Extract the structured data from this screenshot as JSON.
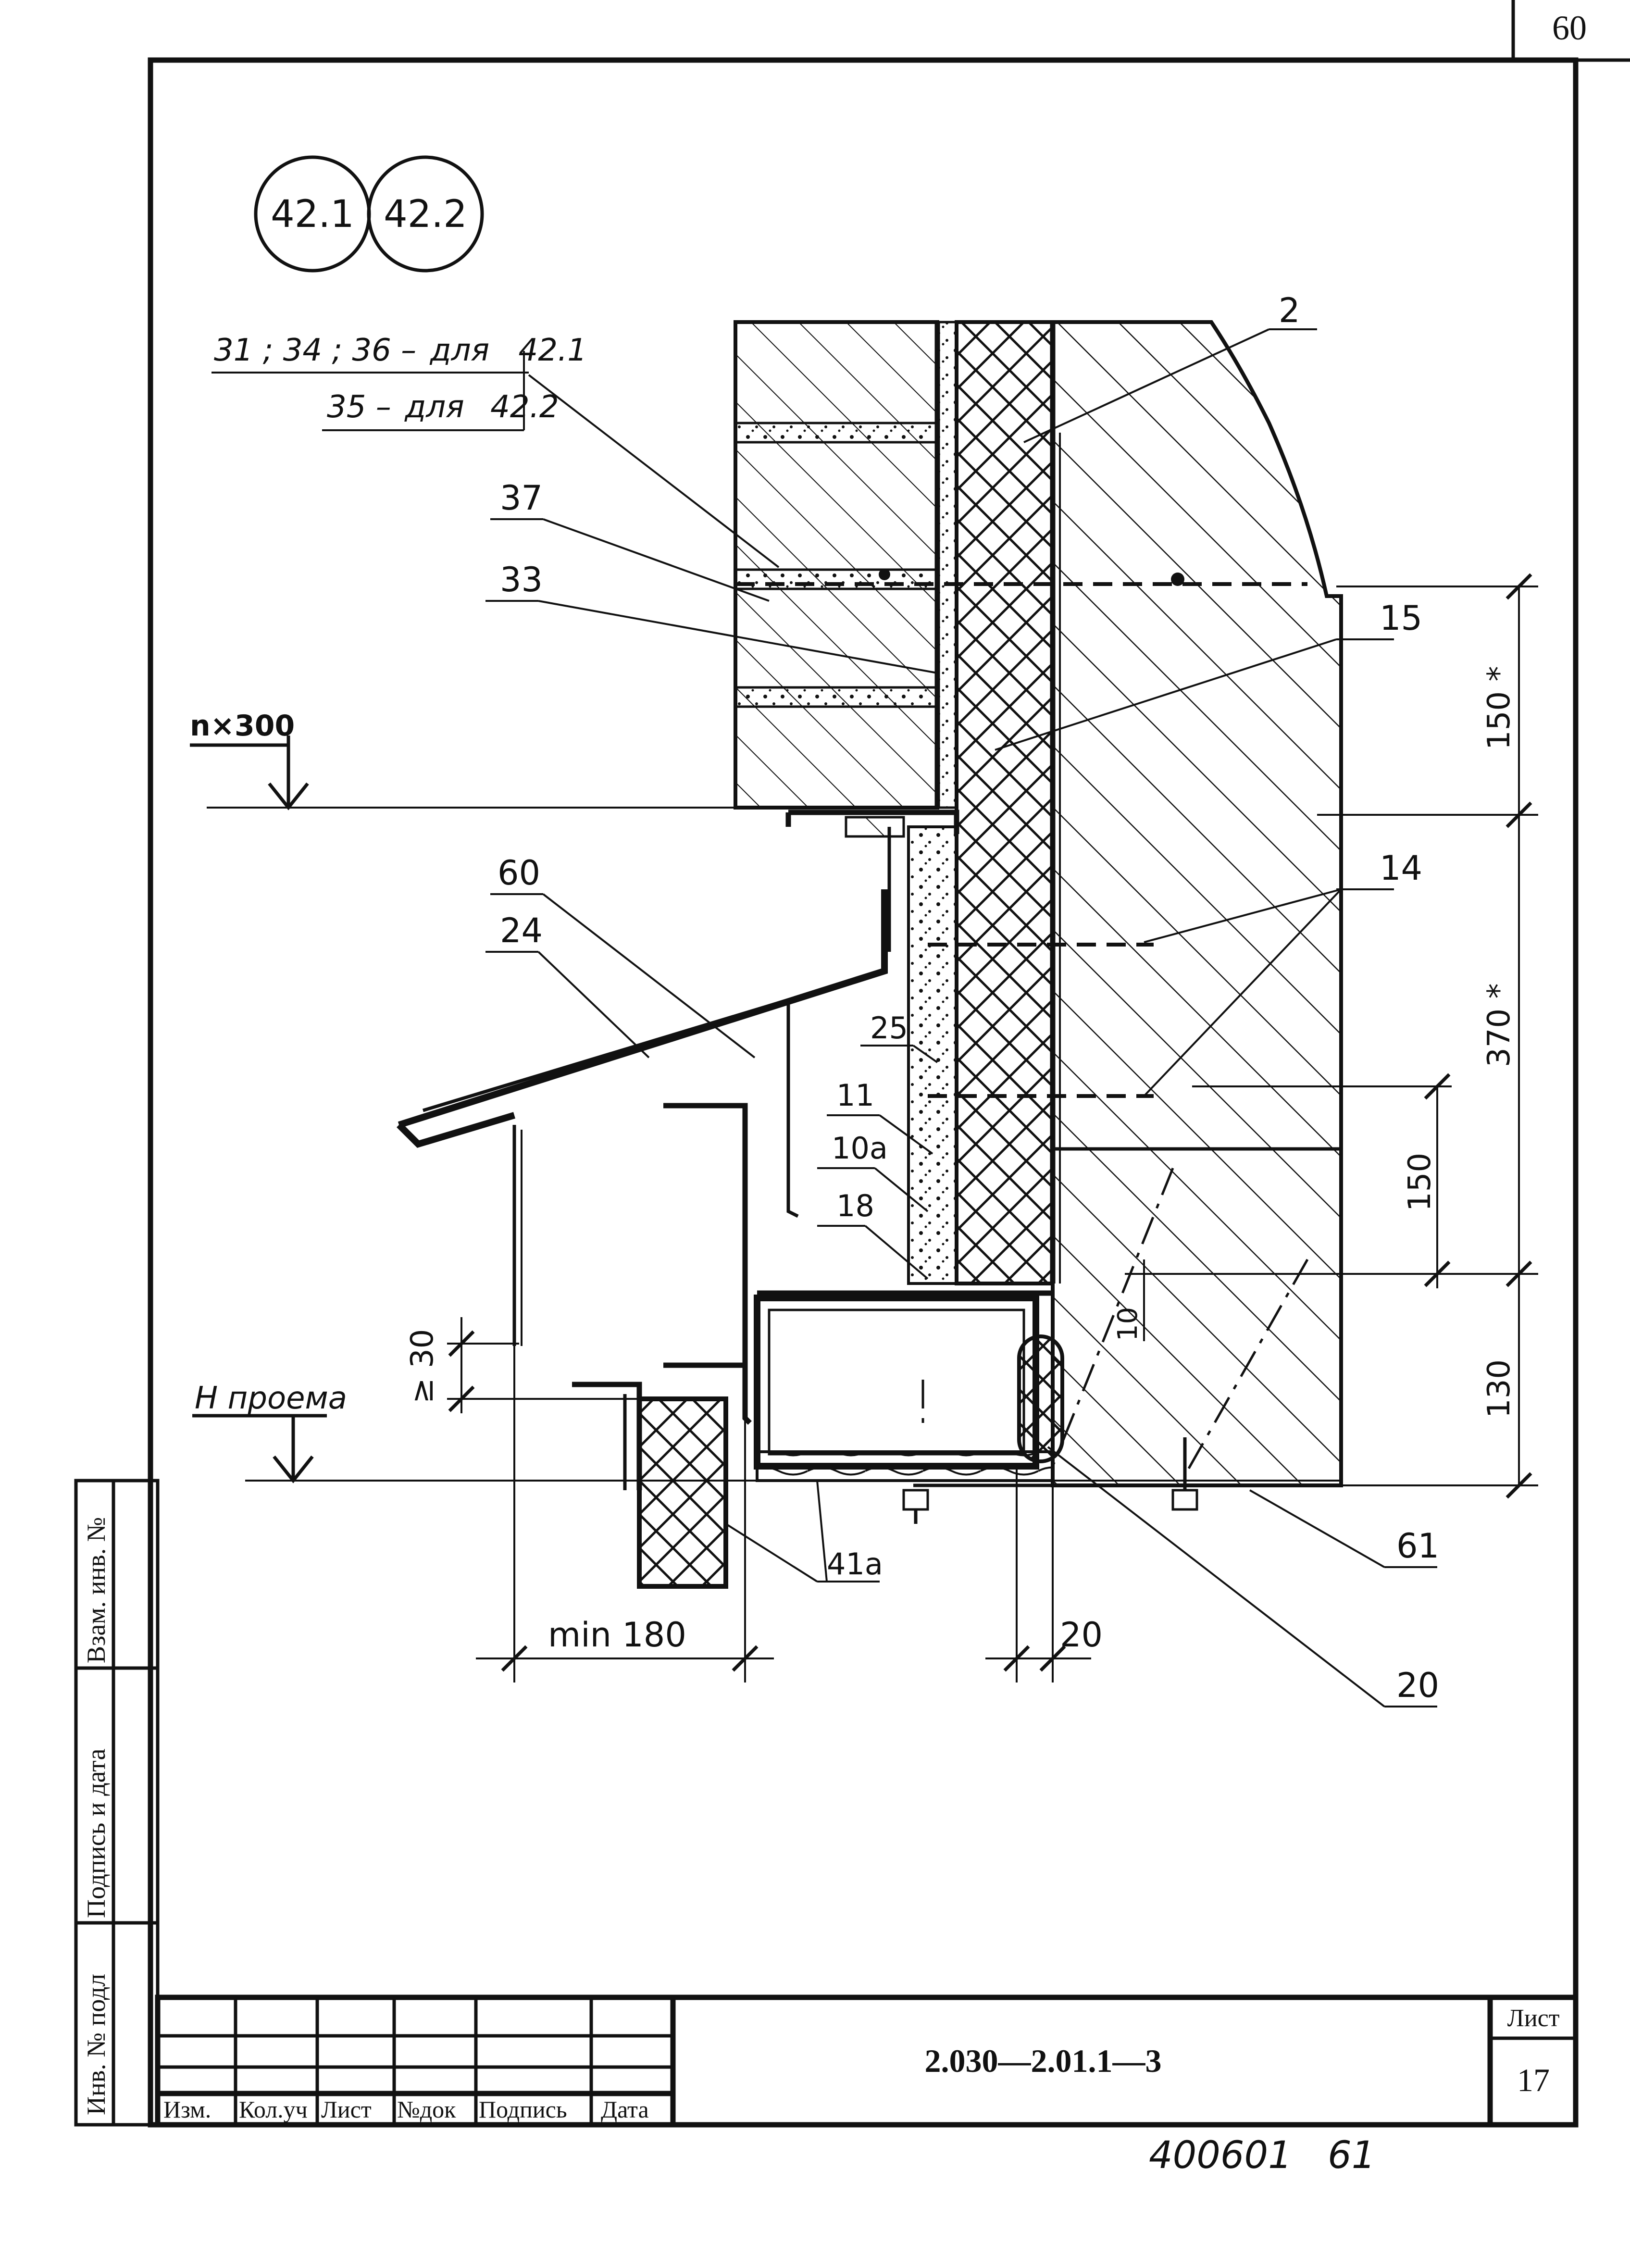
{
  "page_number": "60",
  "detail_marks": [
    "42.1",
    "42.2"
  ],
  "note": {
    "line1_prefix": "31 ; 34 ; 36 –",
    "line1_word": "для",
    "line1_target": "42.1",
    "line2_prefix": "35 –",
    "line2_word": "для",
    "line2_target": "42.2"
  },
  "levels": {
    "top_level": "n×300",
    "opening_level": "H проема"
  },
  "callouts": {
    "c2": "2",
    "c37": "37",
    "c33": "33",
    "c15": "15",
    "c14": "14",
    "c60": "60",
    "c24": "24",
    "c25": "25",
    "c11": "11",
    "c10a": "10а",
    "c18": "18",
    "c41a": "41а",
    "c61": "61",
    "c20": "20"
  },
  "dimensions": {
    "d150star": "150 *",
    "d370star": "370 *",
    "d150": "150",
    "d130": "130",
    "d10": "10",
    "d30": "≥ 30",
    "d_min180": "min 180",
    "d20": "20"
  },
  "side_stamp": [
    "Взам. инв. №",
    "Подпись и дата",
    "Инв. № подл"
  ],
  "title_block": {
    "headers": [
      "Изм.",
      "Кол.уч",
      "Лист",
      "№док",
      "Подпись",
      "Дата"
    ],
    "designation": "2.030—2.01.1—3",
    "sheet_label": "Лист",
    "sheet_number": "17"
  },
  "archive_number": "400601   61"
}
